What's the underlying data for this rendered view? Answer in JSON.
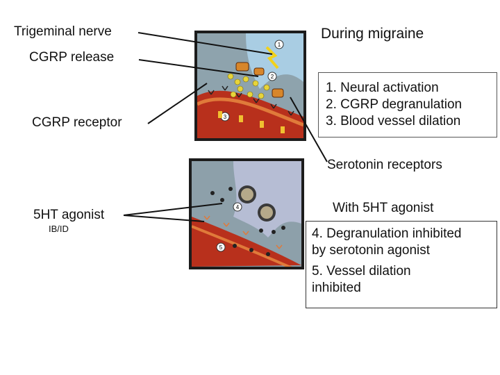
{
  "labels": {
    "trigeminal_nerve": "Trigeminal nerve",
    "cgrp_release": "CGRP release",
    "cgrp_receptor": "CGRP receptor",
    "serotonin_receptors": "Serotonin receptors",
    "agonist": "5HT agonist",
    "agonist_subtype": "IB/ID"
  },
  "migraine": {
    "title": "During migraine",
    "steps": [
      "1. Neural activation",
      "2. CGRP degranulation",
      "3. Blood vessel dilation"
    ]
  },
  "agonist_effect": {
    "title": "With 5HT agonist",
    "steps": [
      "4. Degranulation inhibited",
      "by serotonin agonist",
      "5. Vessel dilation",
      "inhibited"
    ]
  },
  "markers": [
    "1",
    "2",
    "3",
    "4",
    "5"
  ],
  "colors": {
    "panel_border": "#1c1c1c",
    "vessel_red": "#b8301c",
    "nerve_blue": "#9fc4dc",
    "cgrp_yellow": "#e7d43a",
    "panel_bg": "#8da0aa"
  }
}
